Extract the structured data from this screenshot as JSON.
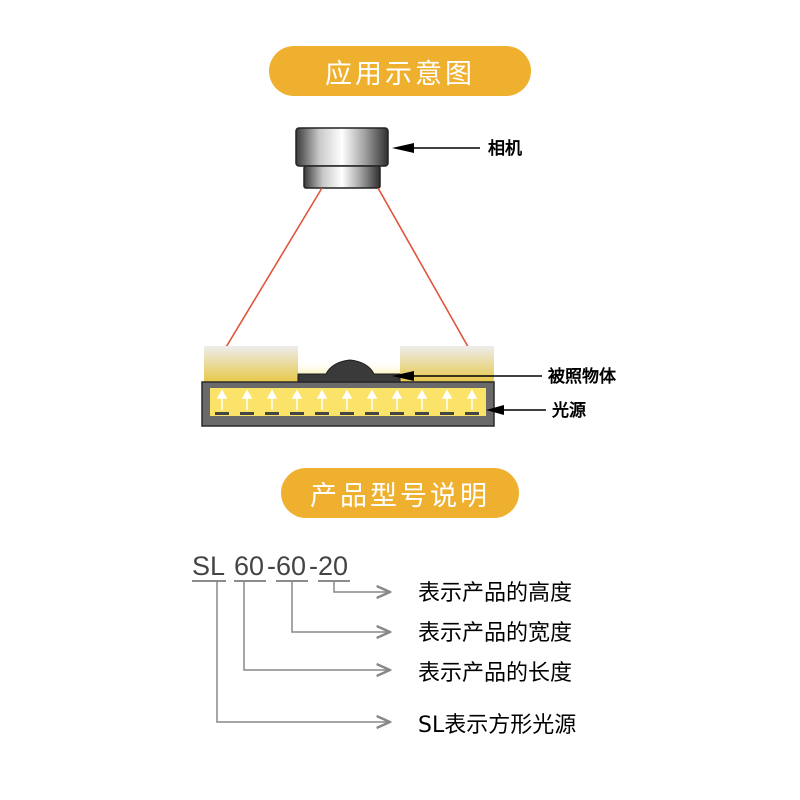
{
  "section1": {
    "title": "应用示意图"
  },
  "diagram": {
    "labels": {
      "camera": "相机",
      "object": "被照物体",
      "light": "光源"
    }
  },
  "section2": {
    "title": "产品型号说明"
  },
  "model": {
    "prefix": "SL",
    "length": "60",
    "sep1": "-",
    "width": "60",
    "sep2": "-",
    "height": "20",
    "explanations": {
      "height": "表示产品的高度",
      "width": "表示产品的宽度",
      "length": "表示产品的长度",
      "type": "SL表示方形光源"
    }
  },
  "colors": {
    "accent": "#efb02f",
    "light_glow": "#fbe36a",
    "ray": "#e0553a",
    "line": "#888888"
  }
}
